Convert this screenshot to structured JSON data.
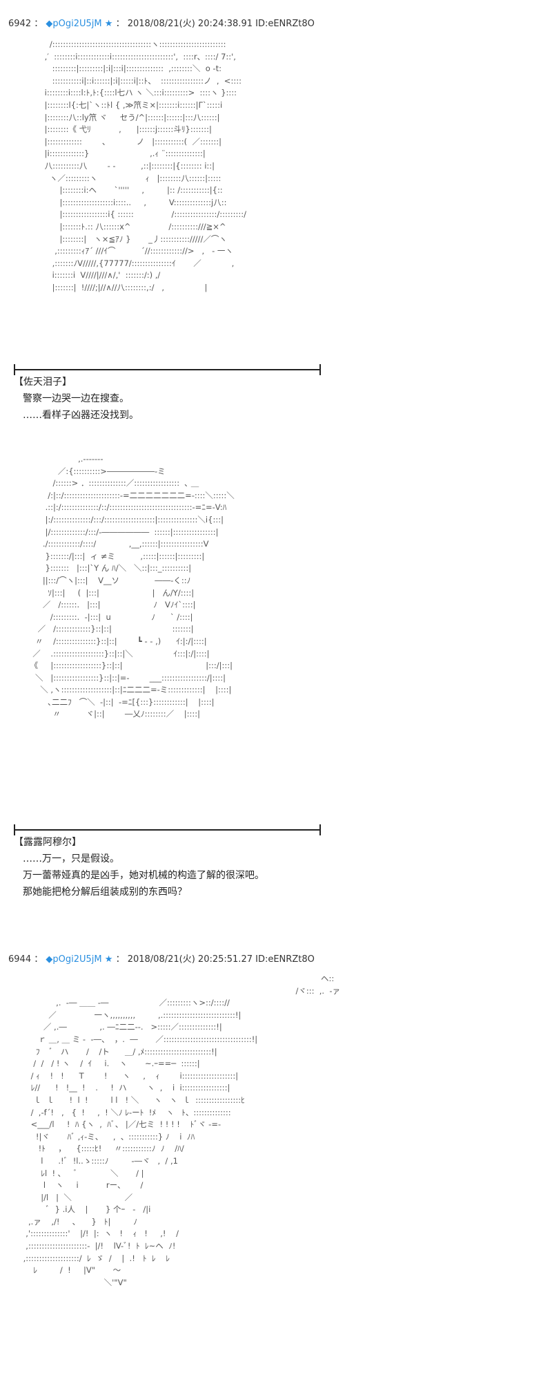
{
  "posts": [
    {
      "number": "6942",
      "sep": "：",
      "trip": "◆pOgi2U5jM ★",
      "sep2": "：",
      "datetime": "2018/08/21(火) 20:24:38.91",
      "id": "ID:eENRZt8O"
    },
    {
      "number": "6944",
      "sep": "：",
      "trip": "◆pOgi2U5jM ★",
      "sep2": "：",
      "datetime": "2018/08/21(火) 20:25:51.27",
      "id": "ID:eENRZt8O"
    }
  ],
  "dialogues": [
    {
      "speaker": "【佐天泪子】",
      "lines": [
        "警察一边哭一边在搜查。",
        "……看样子凶器还没找到。"
      ]
    },
    {
      "speaker": "【露露阿穆尔】",
      "lines": [
        "……万一，只是假设。",
        "万一蕾蒂娅真的是凶手，她对机械的构造了解的很深吧。",
        "那她能把枪分解后组装成别的东西吗？"
      ]
    }
  ],
  "art": {
    "a1": "      /:::::::::::::::::::::::::::::::::::::ヽ:::::::::::::::::::::::::\n    ,′  ::::::::i::::::::::::i:::::::::::::::::::::::',  ::::r、::::/ 7::',\n       :::::::::|:::::::::|:i|:::i|::::::::::::::  ,::::::::＼  o ‐t:\n       :::::::::::i|::i::::::|:i|:::::i|::ﾄ、  ::::::::::::::::ノ  ,  <::::\n    i::::::::i::::l:ﾄ,ﾄ:{::::l七ハ ヽ ＼:::i:::::::::>  ::::ヽ }::::\n    |::::::::l{:七|`ヽ::ﾄl { ,≫笊ミ×|:::::::i::::::|Γ`:::::i\n    |::::::::八::ly笊 ヾ     セう/^|::::::|::::::|:::八::::::|\n    |::::::::《 弋ﾘ           ,      |::::::j::::::斗ﾘ}:::::::|\n    |:::::::::::::        ､            ノ   |:::::::::::(  ／:::::::|\n    |i:::::::::::::}                        ,.ｨ ¨::::::::::::::|\n    八::::::::::八        ‐ ‐          ,::|::::::::|{:::::::: i::|\n      ヽ／:::::::::ヽ                   ｨ   |::::::::八::::::|:::::\n          |::::::::i:ヘ       `'''''     ,         |:: /:::::::::::|{::\n          |:::::::::::::::::::i::::..     ,         V::::::::::::::j八::\n          |:::::::::::::::::i{ ::::::               /::::::::::::::::/:::::::::/\n          |:::::::ﾄ.:: 八::::::x^               /::::::::::///≧×^\n          |::::::::|   ヽ×≦ｱﾉ }       _丿::::::::::://///／⌒ヽ\n        ,:::::::::ｨｱ´ ///ｲ⌒          ´//:::::::::::://>   ,   ‐ 一ヽ\n       ,:::::::ﾉV/////,{77777/:::::::::::::::ｲ       ／            ,\n       i:::::::i  V////|///∧/,'  :::::::/:) ,/\n       |:::::::|  !////;|//∧//八::::::::,:/   ,                |",
    "a2": "                    ,.-‐‐‐‐‐‐\n            ／:{::::::::::>――――――‐ミ\n          /::::::> ．::::::::::::::／:::::::::::::::::  ､ ＿\n        /:|::/:::::::::::::::::::::-=二二二二二二二=‐::::＼:::::＼\n       .::|:/::::::::::::::/::/:::::::::::::::::::::::::::::::-=ﾆ=‐V:ﾊ\n       |:/::::::::::::::/:::/:::::::::::::::::::|:::::::::::::::＼i{:::|\n       |/:::::::::::::/:::/‐――――――  ::::::|::::::::::::::::|\n      ./::::::::::::/::::/             ,__,::::::|::::::::::::::::V\n       }:::::::/|:::|  ィ ≠ミ          ,:::::|::::::|:::::::::|\n       }:::::::   |:::|`Y ん ﾊ/＼   ＼::|:::_::::::::::|\n      ||:::/⌒ヽ|:::|    V__ソ              ――‐く::ﾉ\n        ｿ|:::|     (  |:::|                     |   ん/Y/::::|\n      ／   /::::::.   |:::|                     ﾉ   Vﾉｲ`::::|\n         /:::::::::.  ‐|:::|  u                ﾉ      ` /::::|\n    ／   /:::::::::::::}::|::|                        :::::::|\n   〃    /:::::::::::::::}::|::|        ┗ ‐ ‐ ,)      ｲ:|:/|::::|\n  ／    .:::::::::::::::::::}::|::|＼                ｲ:::|:/|::::|\n 《     |::::::::::::::::::}::|::|                                 |:::/|:::|\n   ＼   |:::::::::::::::::}::|::|=‐        ___:::::::::::::::::/|::::|\n     ＼ ,ヽ:::::::::::::::::::|::|ﾆ二二二=‐ミ:::::::::::::|    |::::|\n        ､二二ﾌ   ⌒＼  ‐|::|  ‐=ﾆ[{:::}::::::::::::|    |::::|\n          〃          ヾ|::|        ―乂ﾉ::::::::／    |::::|",
    "a3": "                                                                                                                       ヘ::\n                                                                                                             /ヾ:::  ,.  ‐ァ\n              ,.  ‐― ＿＿ ‐―                    ／:::::::::ヽ>::/:::://\n           ／               一ヽ,,,,,,,,,,         ,.:::::::::::::::::::::::::::!|\n         ／ ,.―             ,. ―ﾆ二二‐-.   >:::::／::::::::::::::!|\n       ｒ ＿, ＿ ミ ‐  ‐―、  ，.  ―       ／:::::::::::::::::::::::::::::::::!|\n      ﾌ    ﾞ   ハ       /    /ト      ＿/ ,ﾒ:::::::::::::::::::::::::!|\n     /  /   / ! ヽ    /  ｲ     i.    ヽ       ~.ｰ==─  ::::::|\n    / ｨ    !   !      T        !      ヽ     ,    ｨ        i::::::::::::::::::::|\n    ﾚ//      !   !__  !    .     !  ハ        ヽ  ,    i  i:::::::::::::::::|\n     ｌ  ｌ      !  l  !         l l   ! ＼      ヽ   ヽ  ｌ  :::::::::::::::::ﾋ\n    /  ,‐f´!   ,   {  !     ,  ! ＼ﾉ ﾚ‐ーﾄ  !ﾒ    ヽ   ﾄ、::::::::::::::\n    <___/l     !  ﾊ {ヽ  ,  ﾊﾞ、 |／/七ミ  ! ! ! !    ﾄﾞヾ ‐=‐\n      !|ヾ       ﾊﾞ ,ｨ‐ミ、    ,  、:::::::::::} ﾉ    i  ﾉﾊ\n       !ﾄ     ，    {:::::ﾋ!     〃:::::::::::ﾉ  ﾉ    /ﾊ/\n        l      .!ﾞ  !l..ゝ:::::ﾉ         ‐―ヾ   ,  / ,1\n        ﾚl  ! ､     ﾞ             ＼       / |\n         l    ヽ     i           rー、      /\n        |/l   |  ＼                     ／\n          ﾞ  } .i人    |       } 个ｰ   ‐   /|i\n   ,.ァ    ,/!     ､      }   ﾄ|         ﾉ\n  ,'::::::::::::::'    |/!  |:  ヽ   !    ｨ   !     ,!    /\n  ,::::::::::::::::::::::‐  |/!    lV-ﾞ!  ﾄ  ﾚ~ヘ  ﾉ!\n ,::::::::::::::::::::/  ﾚ  ゞ  /    |  .!   ﾄ  ﾚ    ﾚ\n     ﾚ         /  !     |V\"       ～\n                                 ＼'\"V\""
  }
}
